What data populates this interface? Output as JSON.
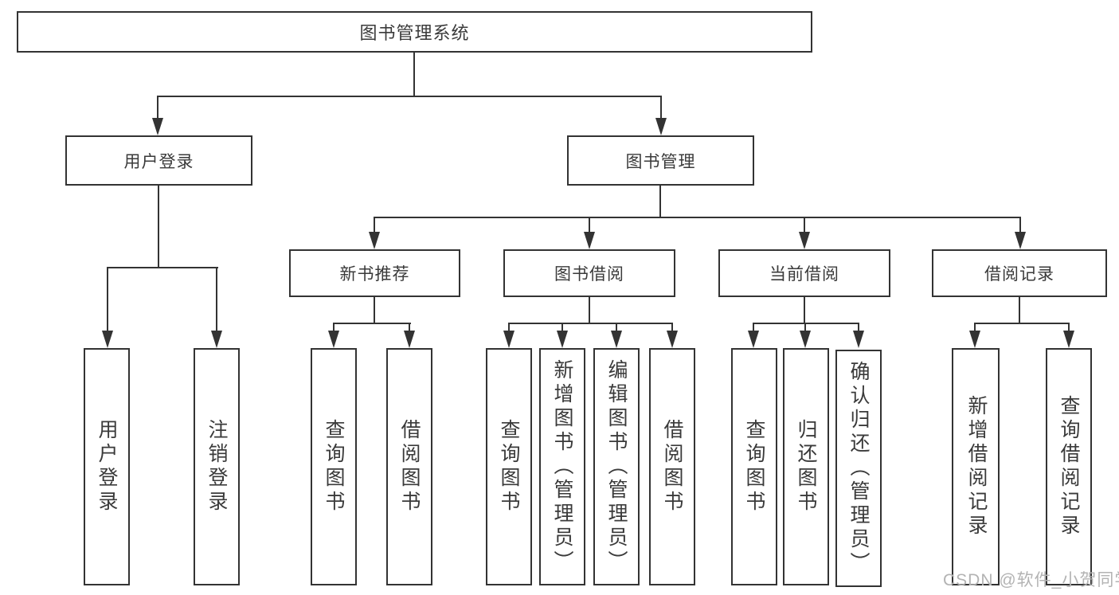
{
  "colors": {
    "line": "#333333",
    "text": "#3a3a3a",
    "background": "#ffffff",
    "watermark": "#b3b3b3"
  },
  "tree": {
    "root": {
      "label": "图书管理系统"
    },
    "level2": [
      {
        "label": "用户登录"
      },
      {
        "label": "图书管理"
      }
    ],
    "level3": [
      {
        "label": "新书推荐"
      },
      {
        "label": "图书借阅"
      },
      {
        "label": "当前借阅"
      },
      {
        "label": "借阅记录"
      }
    ],
    "leaves": {
      "user_login": [
        {
          "label": "用户登录"
        },
        {
          "label": "注销登录"
        }
      ],
      "new_book": [
        {
          "label": "查询图书"
        },
        {
          "label": "借阅图书"
        }
      ],
      "book_borrow": [
        {
          "label": "查询图书"
        },
        {
          "label": "新增图书（管理员）"
        },
        {
          "label": "编辑图书（管理员）"
        },
        {
          "label": "借阅图书"
        }
      ],
      "current_borrow": [
        {
          "label": "查询图书"
        },
        {
          "label": "归还图书"
        },
        {
          "label": "确认归还（管理员）"
        }
      ],
      "records": [
        {
          "label": "新增借阅记录"
        },
        {
          "label": "查询借阅记录"
        }
      ]
    }
  },
  "watermark": {
    "text": "CSDN @软件_小贺同学"
  }
}
